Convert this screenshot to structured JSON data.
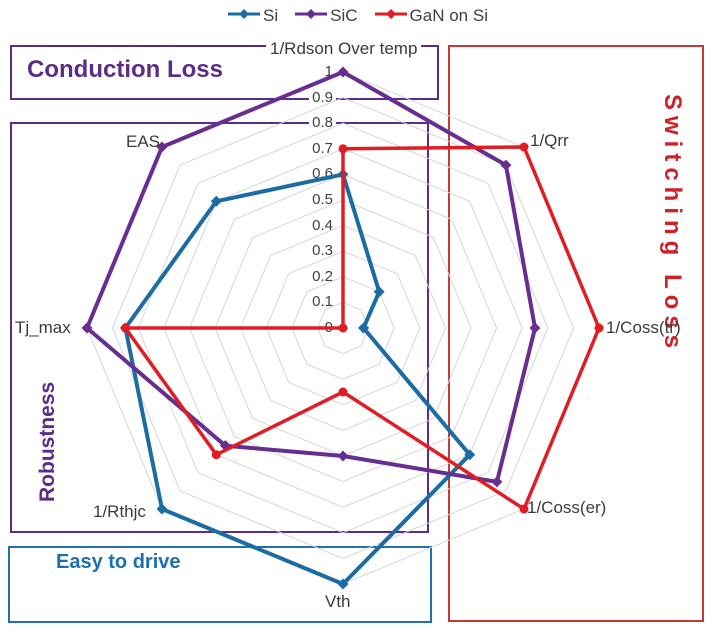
{
  "legend": {
    "items": [
      {
        "label": "Si",
        "color": "#1C6CA4"
      },
      {
        "label": "SiC",
        "color": "#682D90"
      },
      {
        "label": "GaN on Si",
        "color": "#E01D23"
      }
    ]
  },
  "sections": {
    "conduction": {
      "label": "Conduction Loss",
      "color": "#5C2D87"
    },
    "switching": {
      "label": "Switching Loss",
      "color": "#CE2129"
    },
    "robustness": {
      "label": "Robustness",
      "color": "#5C2D87"
    },
    "easy": {
      "label": "Easy to drive",
      "color": "#1F6FAE"
    }
  },
  "axis": {
    "ticks": [
      "1",
      "0.9",
      "0.8",
      "0.7",
      "0.6",
      "0.5",
      "0.4",
      "0.3",
      "0.2",
      "0.1",
      "0"
    ]
  },
  "chart_data": {
    "type": "radar",
    "categories": [
      "1/Rdson Over temp",
      "1/Qrr",
      "1/Coss(tr)",
      "1/Coss(er)",
      "Vth",
      "1/Rthjc",
      "Tj_max",
      "EAS"
    ],
    "series": [
      {
        "name": "Si",
        "color": "#1C6CA4",
        "marker": "diamond",
        "values": [
          0.6,
          0.2,
          0.08,
          0.7,
          1.0,
          1.0,
          0.85,
          0.7
        ]
      },
      {
        "name": "SiC",
        "color": "#682D90",
        "marker": "diamond",
        "values": [
          1.0,
          0.9,
          0.75,
          0.85,
          0.5,
          0.65,
          1.0,
          1.0
        ]
      },
      {
        "name": "GaN on Si",
        "color": "#E01D23",
        "marker": "circle",
        "values": [
          0.7,
          1.0,
          1.0,
          1.0,
          0.25,
          0.7,
          0.85,
          0.0
        ]
      }
    ],
    "rlim": [
      0,
      1
    ],
    "grid_interval": 0.1,
    "grid": "on",
    "gridline_color": "#D6D6D6",
    "legend_position": "top"
  }
}
